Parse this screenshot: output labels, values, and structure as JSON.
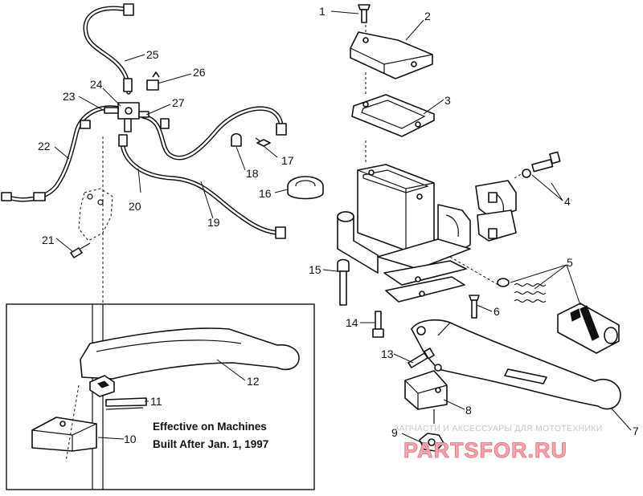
{
  "callouts": [
    "1",
    "2",
    "3",
    "4",
    "5",
    "6",
    "7",
    "8",
    "9",
    "10",
    "11",
    "12",
    "13",
    "14",
    "15",
    "16",
    "17",
    "18",
    "19",
    "20",
    "21",
    "22",
    "23",
    "24",
    "25",
    "26",
    "27"
  ],
  "inset_note": {
    "line1": "Effective on Machines",
    "line2": "Built After Jan. 1, 1997"
  },
  "watermark": {
    "tagline": "ЗАПЧАСТИ И АКСЕССУАРЫ ДЛЯ МОТОТЕХНИКИ",
    "brand": "PARTSFOR.RU"
  },
  "colors": {
    "line": "#111111",
    "background": "#ffffff",
    "watermark_brand": "#f3a6b0",
    "watermark_text": "#c9c9c9"
  }
}
